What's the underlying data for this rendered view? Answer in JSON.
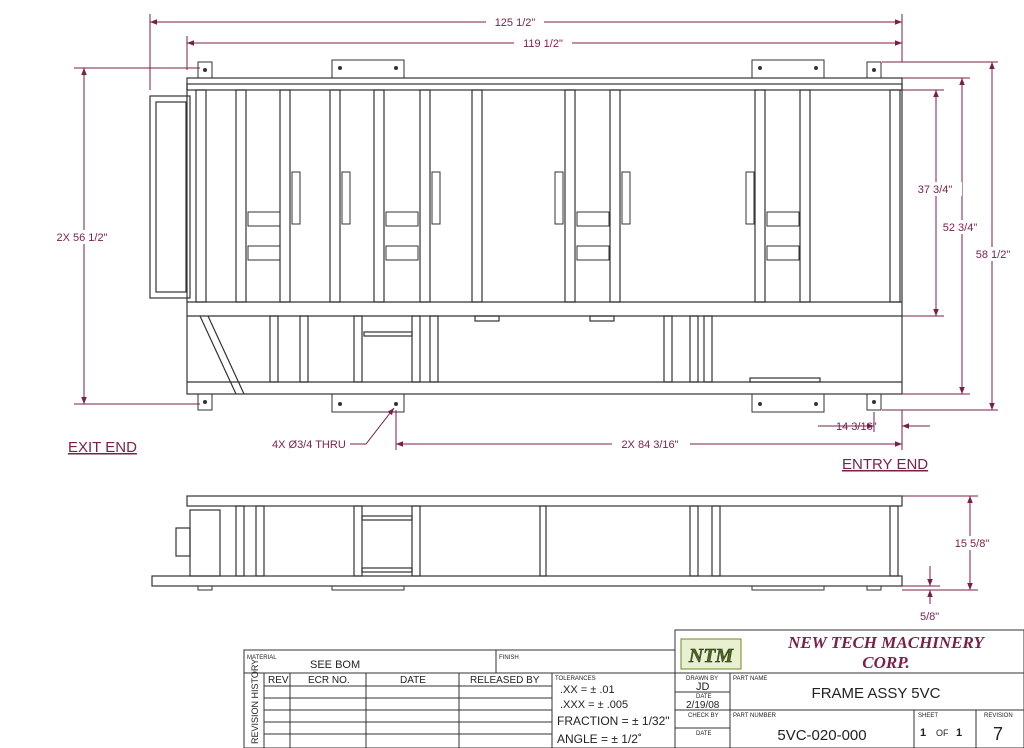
{
  "dimensions": {
    "overall_length": "125 1/2\"",
    "frame_length": "119 1/2\"",
    "left_height": "2X 56 1/2\"",
    "right_inner": "37 3/4\"",
    "right_middle": "52 3/4\"",
    "right_outer": "58 1/2\"",
    "hole_note": "4X Ø3/4 THRU",
    "hole_spacing": "2X 84 3/16\"",
    "entry_offset": "14 3/16\"",
    "side_height": "15 5/8\"",
    "side_offset": "5/8\""
  },
  "labels": {
    "exit_end": "EXIT END",
    "entry_end": "ENTRY END"
  },
  "title_block": {
    "material_label": "MATERIAL",
    "material_value": "SEE BOM",
    "finish_label": "FINISH",
    "revision_history": "REVISION HISTORY",
    "rev_header": "REV",
    "ecr_header": "ECR NO.",
    "date_header": "DATE",
    "released_header": "RELEASED BY",
    "tolerances_label": "TOLERANCES",
    "tol_xx": ".XX = ± .01",
    "tol_xxx": ".XXX = ± .005",
    "tol_fraction": "FRACTION = ± 1/32\"",
    "tol_angle": "ANGLE = ± 1/2˚",
    "logo_text": "NTM",
    "company_line1": "NEW TECH MACHINERY",
    "company_line2": "CORP.",
    "drawn_by_label": "DRAWN BY",
    "drawn_by_value": "JD",
    "date_label": "DATE",
    "date_value": "2/19/08",
    "check_by_label": "CHECK BY",
    "date2_label": "DATE",
    "part_name_label": "PART NAME",
    "part_name_value": "FRAME ASSY 5VC",
    "part_number_label": "PART NUMBER",
    "part_number_value": "5VC-020-000",
    "sheet_label": "SHEET",
    "sheet_value": "1",
    "sheet_of": "OF",
    "sheet_total": "1",
    "revision_label": "REVISION",
    "revision_value": "7"
  },
  "colors": {
    "dimension": "#7a1f4a",
    "line": "#333333"
  }
}
